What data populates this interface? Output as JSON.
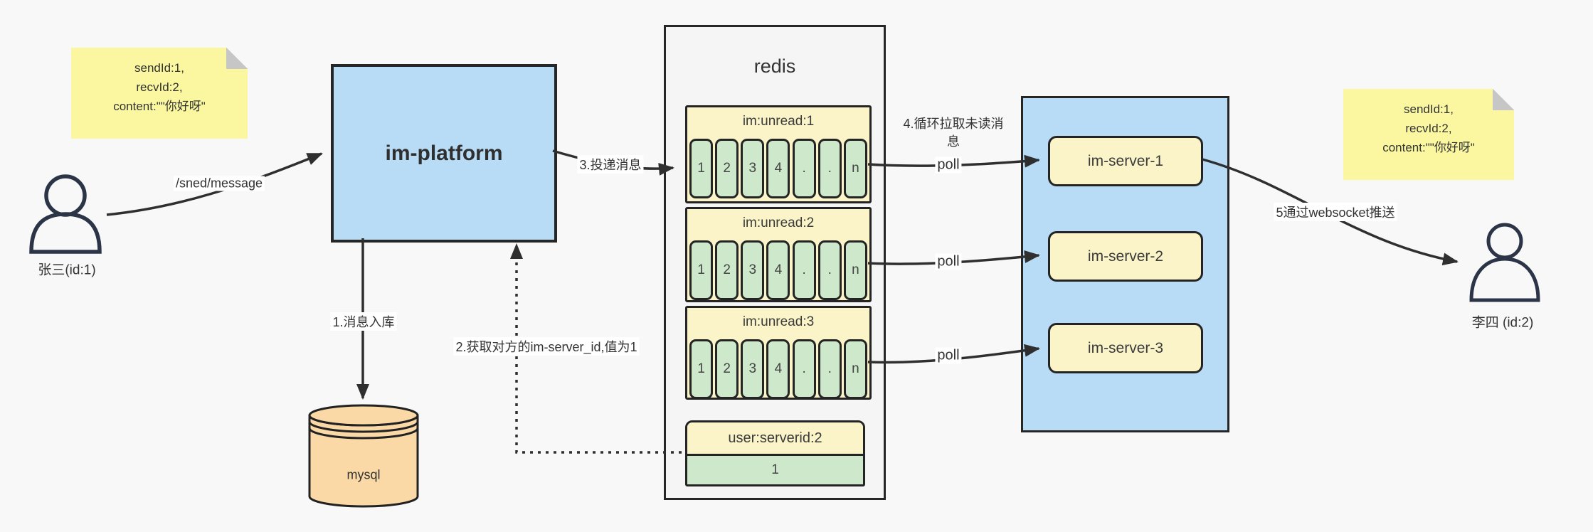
{
  "notes": {
    "left": [
      "sendId:1,",
      "recvId:2,",
      "content:\"\"你好呀\""
    ],
    "right": [
      "sendId:1,",
      "recvId:2,",
      "content:\"\"你好呀\""
    ]
  },
  "actors": {
    "sender": "张三(id:1)",
    "receiver": "李四 (id:2)"
  },
  "platform": {
    "label": "im-platform"
  },
  "database": {
    "label": "mysql"
  },
  "redis": {
    "title": "redis",
    "queues": [
      {
        "header": "im:unread:1",
        "cells": [
          "1",
          "2",
          "3",
          "4",
          ".",
          ".",
          "n"
        ]
      },
      {
        "header": "im:unread:2",
        "cells": [
          "1",
          "2",
          "3",
          "4",
          ".",
          ".",
          "n"
        ]
      },
      {
        "header": "im:unread:3",
        "cells": [
          "1",
          "2",
          "3",
          "4",
          ".",
          ".",
          "n"
        ]
      }
    ],
    "kv": {
      "header": "user:serverid:2",
      "value": "1"
    }
  },
  "cluster": {
    "servers": [
      "im-server-1",
      "im-server-2",
      "im-server-3"
    ]
  },
  "edges": {
    "send": "/sned/message",
    "store": "1.消息入库",
    "lookup": "2.获取对方的im-server_id,值为1",
    "deliver": "3.投递消息",
    "pull": "4.循环拉取未读消息",
    "poll": "poll",
    "push": "5通过websocket推送"
  },
  "colors": {
    "canvas": "#F8F8F8",
    "blue": "#B8DCF5",
    "note-yellow": "#FBF7A0",
    "cream-yellow": "#FAF4C8",
    "cell-green": "#CEE8CB",
    "db-orange": "#FAD9A6",
    "redis-bg": "#F5F5F5",
    "line": "#2F2F2F",
    "border": "#262626",
    "person": "#2B3547",
    "text": "#333333"
  }
}
